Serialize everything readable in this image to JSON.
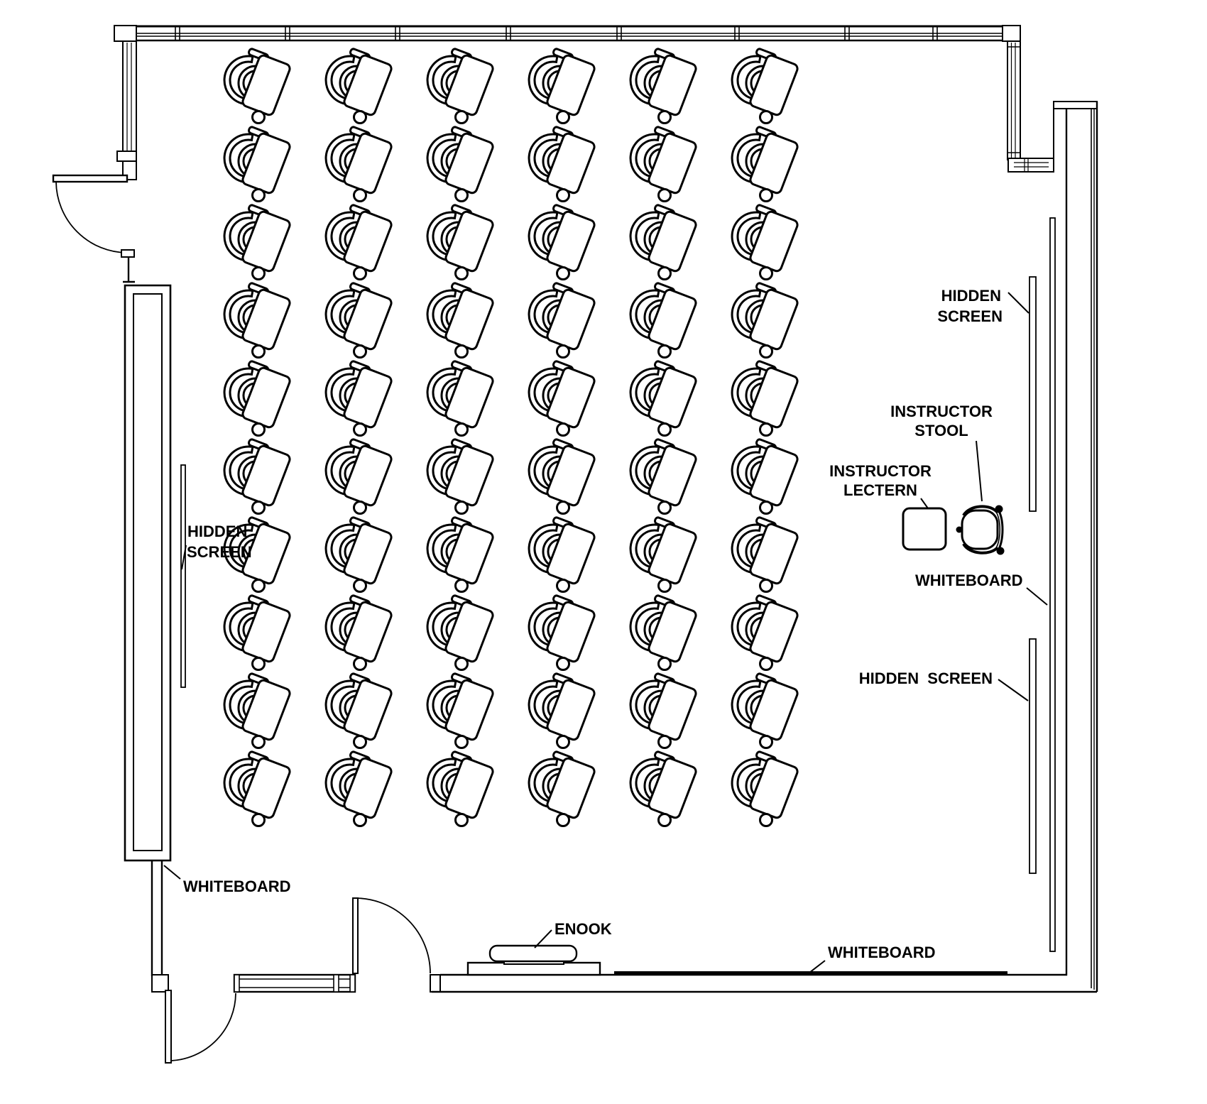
{
  "diagram": {
    "type": "floor-plan",
    "subject": "classroom seating layout",
    "background": "#ffffff",
    "line_color": "#000000"
  },
  "labels": {
    "hidden_screen_left": {
      "line1": "HIDDEN",
      "line2": "SCREEN"
    },
    "whiteboard_left": {
      "text": "WHITEBOARD"
    },
    "hidden_screen_right_top": {
      "line1": "HIDDEN",
      "line2": "SCREEN"
    },
    "instructor_stool": {
      "line1": "INSTRUCTOR",
      "line2": "STOOL"
    },
    "instructor_lectern": {
      "line1": "INSTRUCTOR",
      "line2": "LECTERN"
    },
    "whiteboard_right": {
      "text": "WHITEBOARD"
    },
    "hidden_screen_right_bottom": {
      "text": "HIDDEN  SCREEN"
    },
    "enook": {
      "text": "ENOOK"
    },
    "whiteboard_bottom": {
      "text": "WHITEBOARD"
    }
  },
  "desks": {
    "count": 60,
    "columns": 6,
    "rows": 10,
    "columns_x": [
      360,
      503,
      646,
      789,
      932,
      1075
    ],
    "rows_y": [
      117,
      227,
      337,
      447,
      557,
      667,
      777,
      887,
      997,
      1107
    ]
  },
  "furniture": {
    "instructor_lectern": "instructor lectern",
    "instructor_stool": "instructor stool",
    "enook_table": "enook table",
    "whiteboards": 3,
    "hidden_screens": 3,
    "doors": 3
  }
}
